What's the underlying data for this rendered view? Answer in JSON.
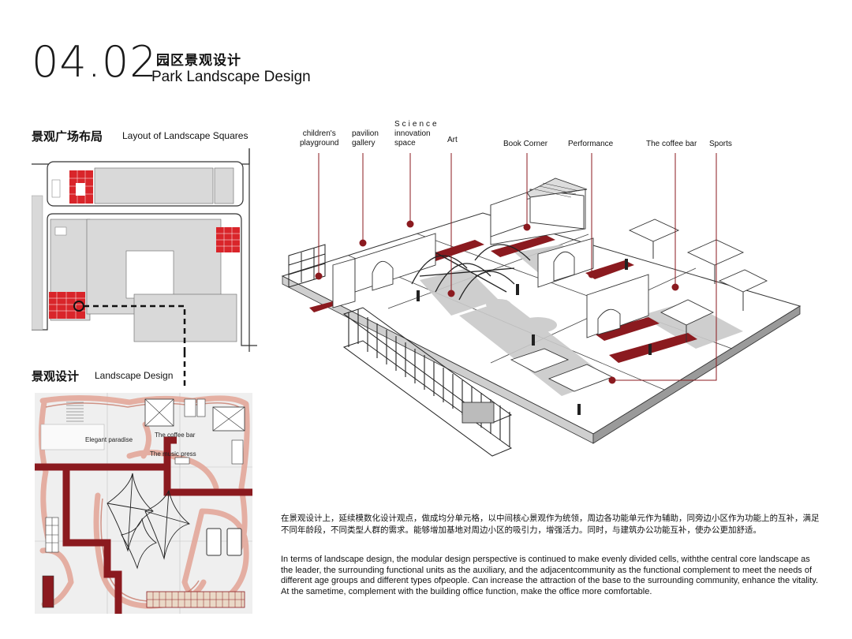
{
  "header": {
    "section_number": "04.02",
    "title_cn": "园区景观设计",
    "title_en": "Park Landscape Design"
  },
  "layout_panel": {
    "title_cn": "景观广场布局",
    "title_en": "Layout of Landscape Squares"
  },
  "design_panel": {
    "title_cn": "景观设计",
    "title_en": "Landscape Design",
    "labels": {
      "elegant": "Elegant paradise",
      "coffee": "The coffee bar",
      "music": "The music press"
    }
  },
  "callouts": {
    "playground_1": "children's",
    "playground_2": "playground",
    "pavilion_1": "pavilion",
    "pavilion_2": "gallery",
    "science_1": "Science",
    "science_2": "innovation",
    "science_3": "space",
    "art": "Art",
    "book": "Book Corner",
    "performance": "Performance",
    "coffee": "The coffee bar",
    "sports": "Sports"
  },
  "description": {
    "cn": "在景观设计上，延续模数化设计观点，做成均分单元格，以中间核心景观作为统领，周边各功能单元作为辅助，同旁边小区作为功能上的互补，满足不同年龄段，不同类型人群的需求。能够增加基地对周边小区的吸引力，增强活力。同时，与建筑办公功能互补，使办公更加舒适。",
    "en": "In terms of landscape design, the modular design perspective is continued to make evenly divided cells, withthe central core landscape as the leader, the surrounding functional units as the auxiliary, and the adjacentcommunity as the functional complement to meet the needs of different age groups and different types ofpeople. Can increase the attraction of the base to the surrounding community, enhance the vitality. At the sametime, complement with the building office function, make the office more comfortable."
  },
  "colors": {
    "accent_red": "#8b1a1f",
    "plan_red": "#d9252a",
    "path_pink": "#e3a89a",
    "gray": "#d9d9d9"
  }
}
